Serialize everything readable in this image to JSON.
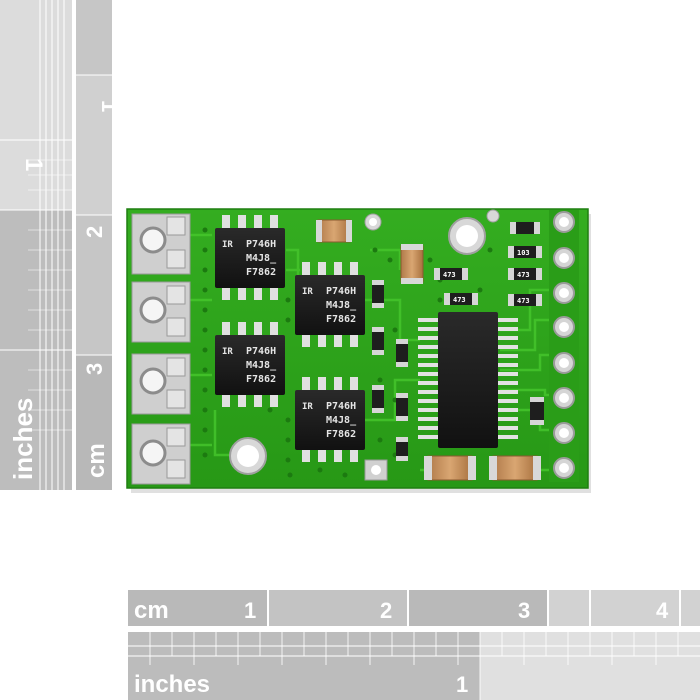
{
  "vertical_ruler": {
    "cm_label": "cm",
    "inches_label": "inches",
    "cm_numbers": [
      "1",
      "2",
      "3"
    ],
    "inch_numbers": [
      "1"
    ]
  },
  "horizontal_ruler": {
    "cm_label": "cm",
    "inches_label": "inches",
    "cm_numbers": [
      "1",
      "2",
      "3",
      "4"
    ],
    "inch_numbers": [
      "1"
    ]
  },
  "board": {
    "chip_markings": [
      {
        "line1": "P746H",
        "line2": "M4J8_",
        "line3": "F7862"
      },
      {
        "line1": "P746H",
        "line2": "M4J8_",
        "line3": "F7862"
      },
      {
        "line1": "P746H",
        "line2": "M4J8_",
        "line3": "F7862"
      },
      {
        "line1": "P746H",
        "line2": "M4J8_",
        "line3": "F7862"
      }
    ],
    "resistor_codes": [
      "473",
      "473",
      "473",
      "473",
      "103"
    ],
    "colors": {
      "pcb": "#2fa51c",
      "chip": "#1b1b1b",
      "pad": "#c8c8c8"
    }
  }
}
